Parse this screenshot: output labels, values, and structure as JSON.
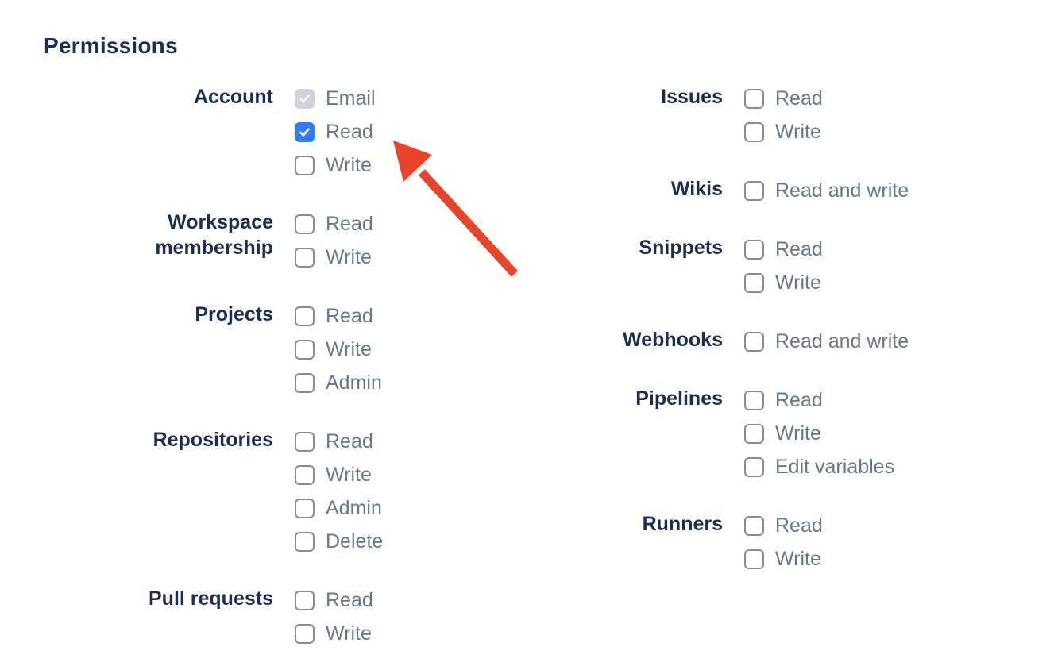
{
  "title": "Permissions",
  "colors": {
    "heading_text": "#1d2d50",
    "group_label_text": "#1d2d50",
    "option_label_text": "#6a7689",
    "checkbox_border": "#8a8a8f",
    "checkbox_checked_fill": "#2e7cf6",
    "checkbox_checked_check": "#ffffff",
    "checkbox_disabled_fill": "#d2d2d7",
    "checkbox_disabled_check": "#f1f1f4",
    "arrow": "#e8432b"
  },
  "columns": [
    {
      "groups": [
        {
          "label": "Account",
          "options": [
            {
              "label": "Email",
              "state": "checked-disabled"
            },
            {
              "label": "Read",
              "state": "checked"
            },
            {
              "label": "Write",
              "state": "unchecked"
            }
          ]
        },
        {
          "label": "Workspace\nmembership",
          "options": [
            {
              "label": "Read",
              "state": "unchecked"
            },
            {
              "label": "Write",
              "state": "unchecked"
            }
          ]
        },
        {
          "label": "Projects",
          "options": [
            {
              "label": "Read",
              "state": "unchecked"
            },
            {
              "label": "Write",
              "state": "unchecked"
            },
            {
              "label": "Admin",
              "state": "unchecked"
            }
          ]
        },
        {
          "label": "Repositories",
          "options": [
            {
              "label": "Read",
              "state": "unchecked"
            },
            {
              "label": "Write",
              "state": "unchecked"
            },
            {
              "label": "Admin",
              "state": "unchecked"
            },
            {
              "label": "Delete",
              "state": "unchecked"
            }
          ]
        },
        {
          "label": "Pull requests",
          "options": [
            {
              "label": "Read",
              "state": "unchecked"
            },
            {
              "label": "Write",
              "state": "unchecked"
            }
          ]
        }
      ]
    },
    {
      "groups": [
        {
          "label": "Issues",
          "options": [
            {
              "label": "Read",
              "state": "unchecked"
            },
            {
              "label": "Write",
              "state": "unchecked"
            }
          ]
        },
        {
          "label": "Wikis",
          "options": [
            {
              "label": "Read and write",
              "state": "unchecked"
            }
          ]
        },
        {
          "label": "Snippets",
          "options": [
            {
              "label": "Read",
              "state": "unchecked"
            },
            {
              "label": "Write",
              "state": "unchecked"
            }
          ]
        },
        {
          "label": "Webhooks",
          "options": [
            {
              "label": "Read and write",
              "state": "unchecked"
            }
          ]
        },
        {
          "label": "Pipelines",
          "options": [
            {
              "label": "Read",
              "state": "unchecked"
            },
            {
              "label": "Write",
              "state": "unchecked"
            },
            {
              "label": "Edit variables",
              "state": "unchecked"
            }
          ]
        },
        {
          "label": "Runners",
          "options": [
            {
              "label": "Read",
              "state": "unchecked"
            },
            {
              "label": "Write",
              "state": "unchecked"
            }
          ]
        }
      ]
    }
  ]
}
